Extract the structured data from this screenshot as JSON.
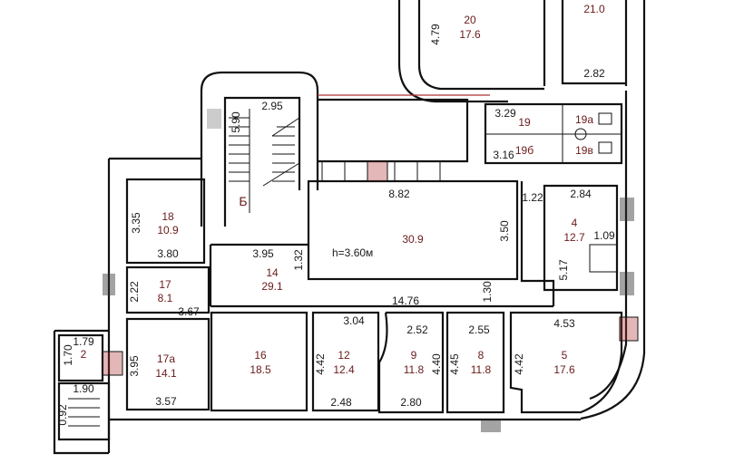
{
  "colors": {
    "wall": "#111111",
    "room_label": "#6a1a1a",
    "dimension": "#1a1a1a",
    "accent_line": "#b03030"
  },
  "rooms": {
    "r20": {
      "num": "20",
      "area": "17.6"
    },
    "r21": {
      "area": "21.0"
    },
    "r19": {
      "num": "19"
    },
    "r19a": {
      "num": "19а"
    },
    "r19b": {
      "num": "19б"
    },
    "r19v": {
      "num": "19в"
    },
    "r18": {
      "num": "18",
      "area": "10.9"
    },
    "rB": {
      "num": "Б"
    },
    "r15": {
      "area": "30.9"
    },
    "r4": {
      "num": "4",
      "area": "12.7"
    },
    "r14": {
      "num": "14",
      "area": "29.1"
    },
    "r17": {
      "num": "17",
      "area": "8.1"
    },
    "r17a": {
      "num": "17а",
      "area": "14.1"
    },
    "r16": {
      "num": "16",
      "area": "18.5"
    },
    "r12": {
      "num": "12",
      "area": "12.4"
    },
    "r9": {
      "num": "9",
      "area": "11.8"
    },
    "r8": {
      "num": "8",
      "area": "11.8"
    },
    "r5": {
      "num": "5",
      "area": "17.6"
    },
    "r2": {
      "num": "2"
    }
  },
  "height_note": "h=3.60м",
  "dims": {
    "d479": "4.79",
    "d282": "2.82",
    "d590": "5.90",
    "d295": "2.95",
    "d329": "3.29",
    "d316": "3.16",
    "d882": "8.82",
    "d122": "1.22",
    "d284": "2.84",
    "d335": "3.35",
    "d350": "3.50",
    "d109": "1.09",
    "d380": "3.80",
    "d395a": "3.95",
    "d132": "1.32",
    "d517": "5.17",
    "d222": "2.22",
    "d367": "3.67",
    "d1476": "14.76",
    "d130": "1.30",
    "d179": "1.79",
    "d170": "1.70",
    "d304": "3.04",
    "d252": "2.52",
    "d255": "2.55",
    "d453": "4.53",
    "d395b": "3.95",
    "d442a": "4.42",
    "d440": "4.40",
    "d445": "4.45",
    "d442b": "4.42",
    "d190": "1.90",
    "d092": "0.92",
    "d357": "3.57",
    "d248": "2.48",
    "d280": "2.80"
  }
}
